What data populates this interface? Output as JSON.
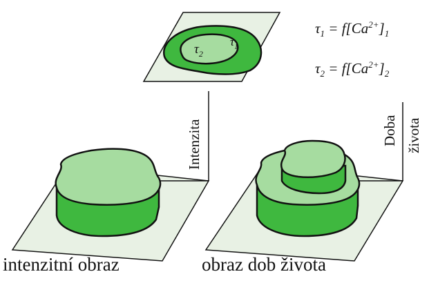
{
  "top_cell": {
    "region_outer_label": "τ",
    "region_outer_sub": "1",
    "region_inner_label": "τ",
    "region_inner_sub": "2"
  },
  "formulas": [
    {
      "lhs": "τ",
      "lhs_sub": "1",
      "eq": " = f[Ca",
      "sup": "2+",
      "close": "]",
      "sub": "1"
    },
    {
      "lhs": "τ",
      "lhs_sub": "2",
      "eq": " = f[Ca",
      "sup": "2+",
      "close": "]",
      "sub": "2"
    }
  ],
  "axes": {
    "left_axis_label": "Intenzita",
    "right_axis_label_1": "Doba",
    "right_axis_label_2": "života"
  },
  "captions": {
    "left": "intenzitní obraz",
    "right": "obraz dob života"
  },
  "colors": {
    "plane_fill": "#e8f1e4",
    "region_dark": "#3fb83f",
    "region_light": "#a6dca0",
    "outline": "#111111"
  }
}
